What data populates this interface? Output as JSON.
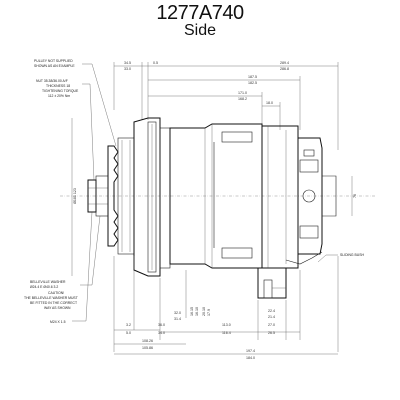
{
  "title": {
    "part_number": "1277A740",
    "view": "Side"
  },
  "notes": {
    "pulley_line1": "PULLEY NOT SUPPLIED",
    "pulley_line2": "SHOWN AS AN EXAMPLE",
    "nut_line1": "NUT 35.38/36.00 A/F",
    "nut_line2": "THICKNESS 18",
    "nut_line3": "TIGHTENING TORQUE",
    "nut_line4": "112 ± 20% Nm",
    "washer_line1": "BELLEVILLE WASHER",
    "washer_line2": "Ø24.4 E  Ø40.6 3.2",
    "caution_line1": "CAUTION!",
    "caution_line2": "THE BELLEVILLE WASHER MUST",
    "caution_line3": "BE FITTED IN THE CORRECT",
    "caution_line4": "WAY AS SHOWN",
    "thread": "M24 X 1.5",
    "sliding_bush": "SLIDING BUSH"
  },
  "dims_top": {
    "d1": "34.5",
    "d1b": "33.0",
    "d2": "0.5",
    "d3": "289.4",
    "d3b": "286.8",
    "d4": "187.5",
    "d4b": "182.5",
    "d5": "171.0",
    "d5b": "168.2",
    "d6": "18.0"
  },
  "dims_bottom": {
    "b1": "3.2",
    "b2": "5.0",
    "b3": "36.0",
    "b3b": "34.0",
    "b4": "32.0",
    "b4b": "31.4",
    "b5": "16.15",
    "b5b": "16.10",
    "b6": "20.10",
    "b6b": "17.9",
    "b7": "113.0",
    "b7b": "116.4",
    "b8": "22.4",
    "b8b": "21.4",
    "b9": "27.0",
    "b9b": "26.5",
    "b10": "108.26",
    "b10b": "105.86",
    "b11": "197.4",
    "b11b": "184.0"
  },
  "dims_side": {
    "vert": "Ø181 123",
    "right": "76"
  }
}
